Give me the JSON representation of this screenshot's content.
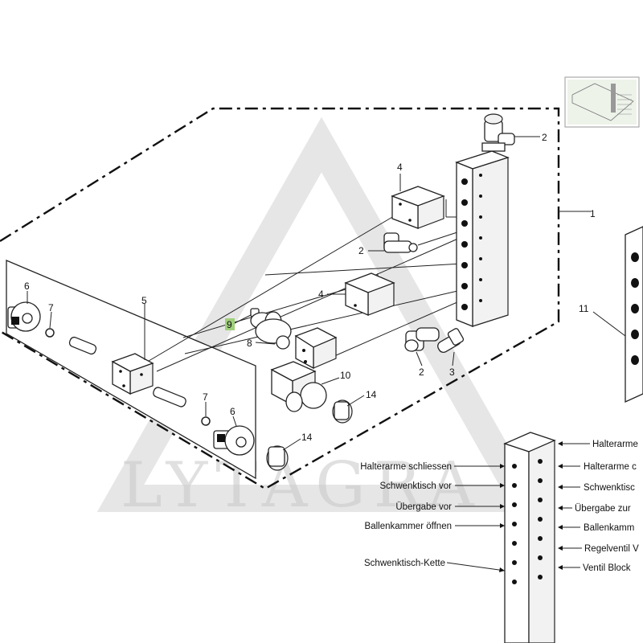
{
  "watermark": "LYTAGRA",
  "callouts": {
    "c1": "1",
    "c2a": "2",
    "c2b": "2",
    "c2c": "2",
    "c3": "3",
    "c4a": "4",
    "c4b": "4",
    "c5": "5",
    "c6a": "6",
    "c6b": "6",
    "c7a": "7",
    "c7b": "7",
    "c8": "8",
    "c9": "9",
    "c10": "10",
    "c11": "11",
    "c14a": "14",
    "c14b": "14"
  },
  "manifold_labels": {
    "left": [
      "Halterarme schliessen",
      "Schwenktisch vor",
      "Übergabe vor",
      "Ballenkammer öffnen",
      "Schwenktisch-Kette"
    ],
    "right": [
      "Halterarme",
      "Halterarme c",
      "Schwenktisc",
      "Übergabe zur",
      "Ballenkamm",
      "Regelventil V",
      "Ventil Block"
    ]
  },
  "colors": {
    "highlight": "#9fd07a",
    "lines": "#222222",
    "watermark": "#c8c8c8"
  }
}
